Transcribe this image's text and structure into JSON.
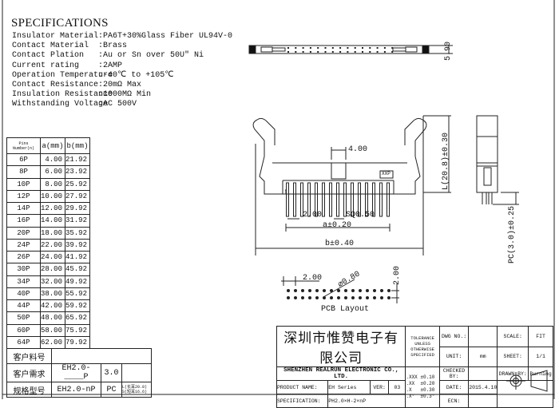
{
  "specifications": {
    "title": "SPECIFICATIONS",
    "rows": [
      {
        "label": "Insulator Material",
        "value": ":PA6T+30%Glass Fiber UL94V-0"
      },
      {
        "label": "Contact Material",
        "value": ":Brass"
      },
      {
        "label": "Contact Plation",
        "value": ":Au or Sn over 50U\" Ni"
      },
      {
        "label": "Current rating",
        "value": ":2AMP"
      },
      {
        "label": "Operation Temperature",
        "value": ":-40℃ to +105℃"
      },
      {
        "label": "Contact Resistance",
        "value": ":20mΩ Max"
      },
      {
        "label": "Insulation Resistance",
        "value": ":1000MΩ Min"
      },
      {
        "label": "Withstanding Voltage",
        "value": ":AC 500V"
      }
    ]
  },
  "pin_table": {
    "headers": [
      "Pins Number(n)",
      "a(mm)",
      "b(mm)"
    ],
    "rows": [
      [
        "6P",
        "4.00",
        "21.92"
      ],
      [
        "8P",
        "6.00",
        "23.92"
      ],
      [
        "10P",
        "8.00",
        "25.92"
      ],
      [
        "12P",
        "10.00",
        "27.92"
      ],
      [
        "14P",
        "12.00",
        "29.92"
      ],
      [
        "16P",
        "14.00",
        "31.92"
      ],
      [
        "20P",
        "18.00",
        "35.92"
      ],
      [
        "24P",
        "22.00",
        "39.92"
      ],
      [
        "26P",
        "24.00",
        "41.92"
      ],
      [
        "30P",
        "28.00",
        "45.92"
      ],
      [
        "34P",
        "32.00",
        "49.92"
      ],
      [
        "40P",
        "38.00",
        "55.92"
      ],
      [
        "44P",
        "42.00",
        "59.92"
      ],
      [
        "50P",
        "48.00",
        "65.92"
      ],
      [
        "60P",
        "58.00",
        "75.92"
      ],
      [
        "64P",
        "62.00",
        "79.92"
      ]
    ]
  },
  "customer_table": {
    "part_no_label": "客户料号",
    "requirement_label": "客户需求",
    "requirement_value": "EH2.0-____P",
    "requirement_length": "3.0",
    "model_label": "规格型号",
    "model_value": "EH2.0-nP",
    "model_type": "PC",
    "model_note1": "L(长耳20.8)",
    "model_note2": "S(短耳16.6)"
  },
  "drawing": {
    "dim_top": "5.90",
    "dim_4": "4.00",
    "dim_L": "L(20.8)±0.30",
    "dim_pitch": "2.00",
    "dim_sq": "SQ0.50",
    "dim_a": "a±0.20",
    "dim_b": "b±0.40",
    "dim_pc": "PC(3.0)±0.25",
    "marker": "XXP",
    "pcb_pitch_h": "2.00",
    "pcb_pitch_v": "2.00",
    "pcb_hole": "⌀0.80",
    "pcb_label": "PCB Layout"
  },
  "title_block": {
    "company_cn": "深圳市惟赞电子有限公司",
    "company_en": "SHENZHEN REALRUN ELECTRONIC CO., LTD.",
    "tolerance_label": "TOLERANCE UNLESS OTHERWISE SPECIFIED",
    "tolerances": [
      ".XXX ±0.10",
      ".XX  ±0.20",
      ".X   ±0.30",
      ".X°  ±0.3°"
    ],
    "dwg_no_label": "DWG NO.:",
    "dwg_no": "",
    "unit_label": "UNIT:",
    "unit": "mm",
    "checked_label": "CHECKED BY:",
    "checked": "",
    "date_label": "DATE:",
    "date": "2015.4.10",
    "ecn_label": "ECN:",
    "ecn": "",
    "scale_label": "SCALE:",
    "scale": "FIT",
    "sheet_label": "SHEET:",
    "sheet": "1/1",
    "drawn_label": "DRAWN BY:",
    "drawn": "Burning",
    "product_label": "PRODUCT NAME:",
    "product": "EH Series",
    "ver_label": "VER:",
    "ver": "03",
    "spec_label": "SPECIFICATION:",
    "spec": "PH2.0×H-2×nP"
  }
}
